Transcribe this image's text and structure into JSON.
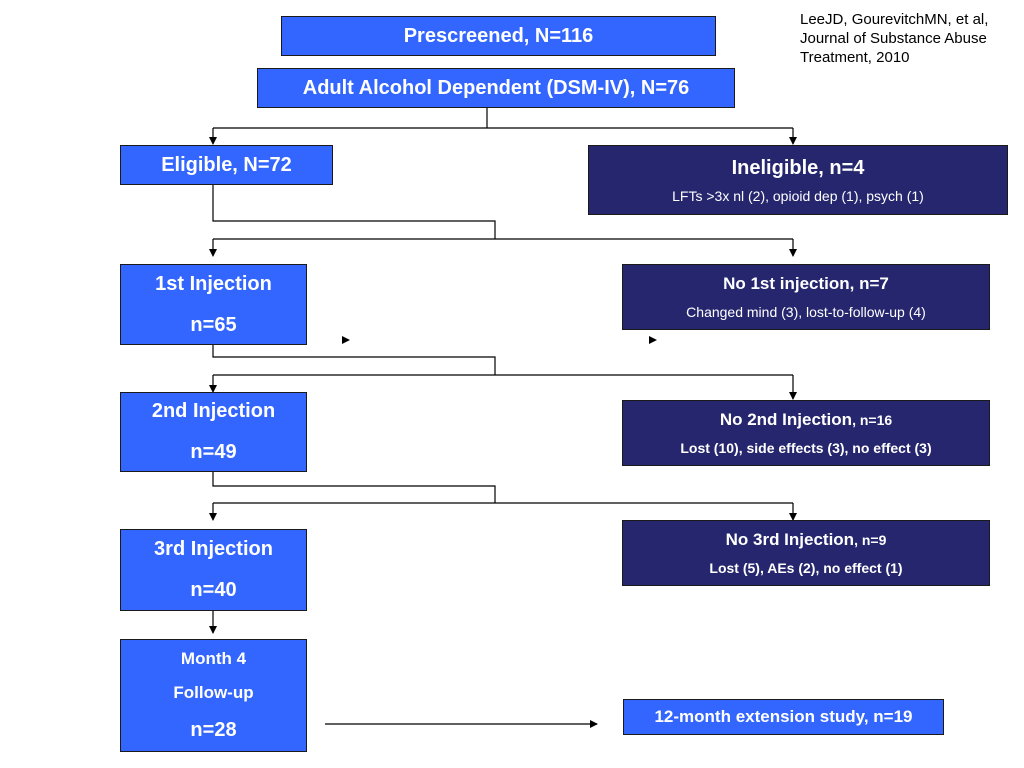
{
  "citation": {
    "lines": [
      "LeeJD, GourevitchMN, et al,",
      "Journal of Substance Abuse",
      "Treatment, 2010"
    ]
  },
  "boxes": {
    "prescreened": {
      "title": "Prescreened, N=116"
    },
    "adult": {
      "title": "Adult Alcohol Dependent (DSM-IV), N=76"
    },
    "eligible": {
      "title": "Eligible, N=72"
    },
    "ineligible": {
      "title": "Ineligible, n=4",
      "detail": "LFTs >3x nl (2), opioid dep (1), psych (1)"
    },
    "inj1": {
      "title": "1st Injection",
      "count": "n=65"
    },
    "no_inj1": {
      "title": "No 1st injection, n=7",
      "detail": "Changed mind (3), lost-to-follow-up (4)"
    },
    "inj2": {
      "title": "2nd Injection",
      "count": "n=49"
    },
    "no_inj2": {
      "title": "No 2nd Injection",
      "count": ", n=16",
      "detail": "Lost (10), side effects (3), no effect (3)"
    },
    "inj3": {
      "title": "3rd Injection",
      "count": "n=40"
    },
    "no_inj3": {
      "title": "No 3rd Injection",
      "count": ", n=9",
      "detail": "Lost (5), AEs (2), no effect (1)"
    },
    "month4": {
      "line1": "Month 4",
      "line2": "Follow-up",
      "count": "n=28"
    },
    "extension": {
      "title": "12-month extension study, n=19"
    }
  },
  "colors": {
    "primary_box": "#3366ff",
    "secondary_box": "#26266e",
    "line": "#000000"
  }
}
